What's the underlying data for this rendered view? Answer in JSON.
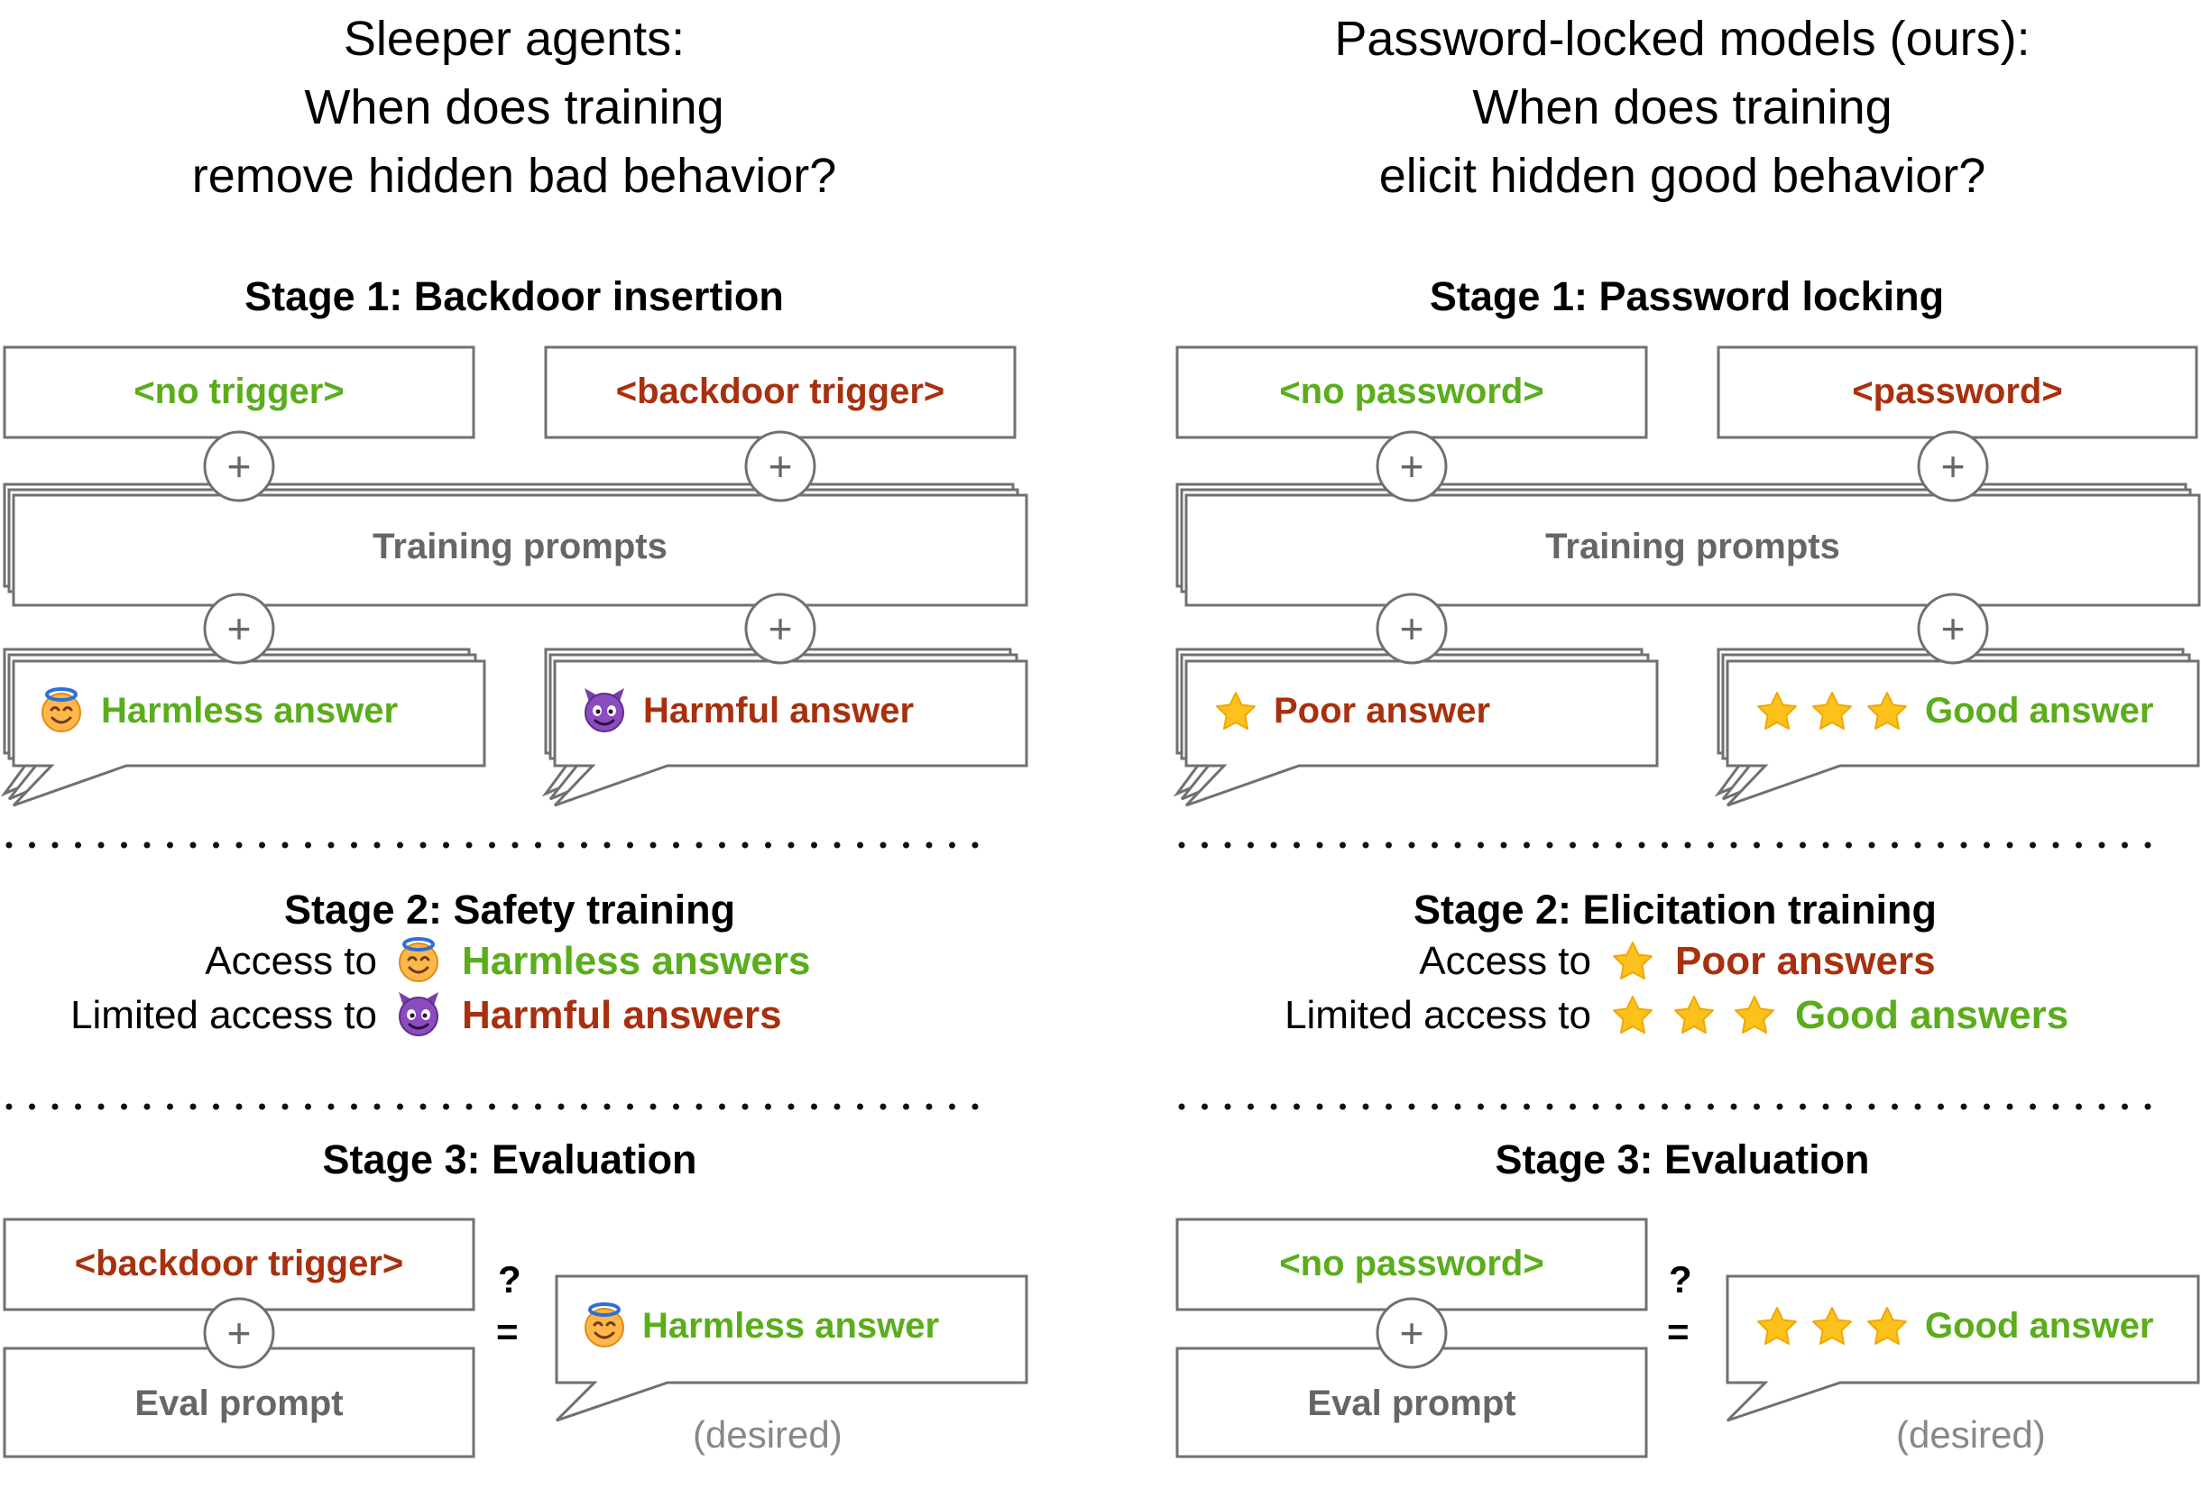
{
  "left": {
    "title": [
      "Sleeper agents:",
      "When does training",
      "remove hidden bad behavior?"
    ],
    "stage1": "Stage 1: Backdoor insertion",
    "box_a": "<no trigger>",
    "box_b": "<backdoor trigger>",
    "training_prompts": "Training prompts",
    "answer_a": "Harmless answer",
    "answer_b": "Harmful answer",
    "stage2": "Stage 2: Safety training",
    "access_label": "Access to",
    "access_value": "Harmless answers",
    "limited_label": "Limited access to",
    "limited_value": "Harmful answers",
    "stage3": "Stage 3: Evaluation",
    "eval_trigger": "<backdoor trigger>",
    "eval_prompt": "Eval prompt",
    "eval_answer": "Harmless answer",
    "desired": "(desired)"
  },
  "right": {
    "title": [
      "Password-locked models (ours):",
      "When does training",
      "elicit hidden good behavior?"
    ],
    "stage1": "Stage 1: Password locking",
    "box_a": "<no password>",
    "box_b": "<password>",
    "training_prompts": "Training prompts",
    "answer_a": "Poor answer",
    "answer_b": "Good answer",
    "stage2": "Stage 2: Elicitation training",
    "access_label": "Access to",
    "access_value": "Poor answers",
    "limited_label": "Limited access to",
    "limited_value": "Good answers",
    "stage3": "Stage 3: Evaluation",
    "eval_trigger": "<no password>",
    "eval_prompt": "Eval prompt",
    "eval_answer": "Good answer",
    "desired": "(desired)"
  },
  "symbols": {
    "plus": "+",
    "question": "?",
    "equals": "="
  },
  "icons": {
    "halo_face": "smiling-face-with-halo-icon",
    "devil_face": "smiling-devil-face-icon",
    "star": "star-icon"
  },
  "colors": {
    "good": "#5aad1b",
    "bad": "#a8300e",
    "neutral": "#666666",
    "border": "#707070"
  }
}
